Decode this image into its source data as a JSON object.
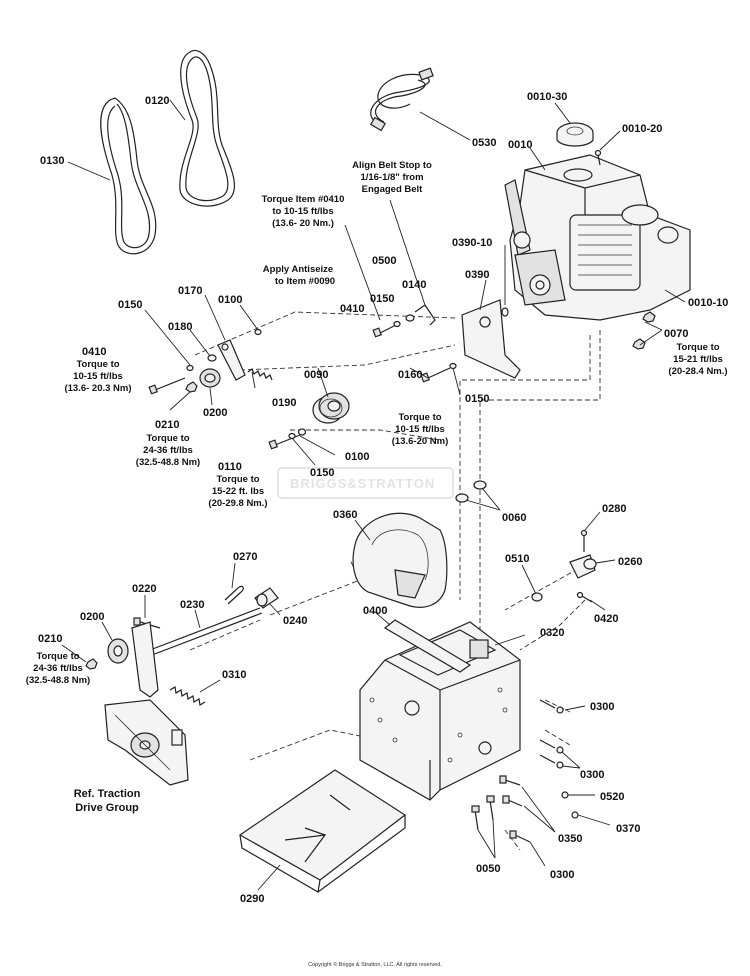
{
  "watermark": "BRIGGS&STRATTON",
  "copyright": "Copyright © Briggs & Stratton, LLC. All rights reserved.",
  "labels": {
    "p0010_30": "0010-30",
    "p0010_20": "0010-20",
    "p0010": "0010",
    "p0010_10": "0010-10",
    "p0530": "0530",
    "p0130": "0130",
    "p0120": "0120",
    "p0390_10": "0390-10",
    "p0390": "0390",
    "p0500": "0500",
    "p0140": "0140",
    "p0150_a": "0150",
    "p0410_a": "0410",
    "p0070": "0070",
    "p0150_b": "0150",
    "p0170": "0170",
    "p0100_a": "0100",
    "p0180": "0180",
    "p0410_b": "0410",
    "p0210_a": "0210",
    "p0200_a": "0200",
    "p0190": "0190",
    "p0090": "0090",
    "p0160": "0160",
    "p0150_c": "0150",
    "p0110": "0110",
    "p0150_d": "0150",
    "p0100_b": "0100",
    "p0060": "0060",
    "p0360": "0360",
    "p0280": "0280",
    "p0260": "0260",
    "p0510": "0510",
    "p0420": "0420",
    "p0270": "0270",
    "p0220": "0220",
    "p0230": "0230",
    "p0240": "0240",
    "p0200_b": "0200",
    "p0210_b": "0210",
    "p0310": "0310",
    "p0400": "0400",
    "p0320": "0320",
    "p0300_a": "0300",
    "p0300_b": "0300",
    "p0520": "0520",
    "p0370": "0370",
    "p0350": "0350",
    "p0050": "0050",
    "p0300_c": "0300",
    "p0290": "0290"
  },
  "notes": {
    "align_belt": [
      "Align Belt Stop to",
      "1/16-1/8\" from",
      "Engaged Belt"
    ],
    "torque_0410_top": [
      "Torque Item #0410",
      "to 10-15 ft/lbs",
      "(13.6- 20 Nm.)"
    ],
    "antiseize": [
      "Apply Antiseize",
      "to Item #0090"
    ],
    "torque_0070": [
      "Torque to",
      "15-21 ft/lbs",
      "(20-28.4 Nm.)"
    ],
    "torque_0410_left": [
      "Torque to",
      "10-15 ft/lbs",
      "(13.6- 20.3 Nm)"
    ],
    "torque_0210_a": [
      "Torque to",
      "24-36 ft/lbs",
      "(32.5-48.8 Nm)"
    ],
    "torque_0160": [
      "Torque to",
      "10-15 ft/lbs",
      "(13.6-20 Nm)"
    ],
    "torque_0110": [
      "Torque to",
      "15-22 ft. lbs",
      "(20-29.8 Nm.)"
    ],
    "torque_0210_b": [
      "Torque to",
      "24-36 ft/lbs",
      "(32.5-48.8 Nm)"
    ],
    "ref_traction": [
      "Ref. Traction",
      "Drive Group"
    ]
  }
}
